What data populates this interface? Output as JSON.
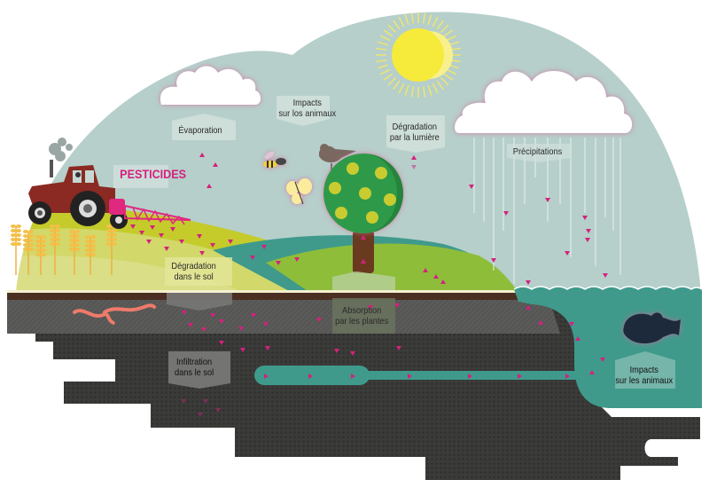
{
  "diagram": {
    "title_label": "PESTICIDES",
    "labels": {
      "evaporation": "Évaporation",
      "impacts_air": [
        "Impacts",
        "sur los animaux"
      ],
      "degradation_light": [
        "Dégradation",
        "par la lumière"
      ],
      "precipitation": "Précipitations",
      "degradation_soil": [
        "Dégradation",
        "dans le sol"
      ],
      "absorption": [
        "Absorption",
        "par les plantes"
      ],
      "infiltration": [
        "Infiltration",
        "dans le sol"
      ],
      "impacts_water": [
        "Impacts",
        "sur les animaux"
      ]
    },
    "icons": [
      "tractor-icon",
      "sprayer-icon",
      "cloud-icon",
      "sun-icon",
      "rain-cloud-icon",
      "bee-icon",
      "butterfly-icon",
      "bird-icon",
      "apple-tree-icon",
      "wheat-icon",
      "worm-icon",
      "fish-icon",
      "pesticide-particle-icon"
    ],
    "colors": {
      "sky": "#b6cfca",
      "pesticide": "#d4217e",
      "field_yellow": "#c5cc2a",
      "field_green": "#8ebd3a",
      "soil_top": "#4b2f22",
      "soil_light": "#5a5a58",
      "soil_dark": "#3a3a38",
      "water": "#3f9a8c",
      "tractor": "#8a2a22",
      "sun": "#f6ea3a"
    }
  }
}
